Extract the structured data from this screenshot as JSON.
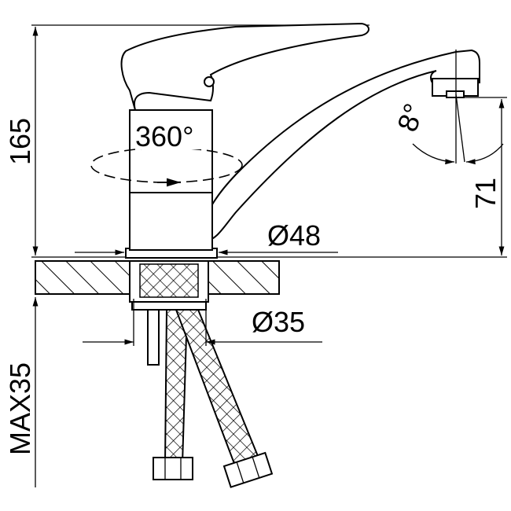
{
  "diagram": {
    "title": "Faucet dimension drawing",
    "labels": {
      "height_total": "165",
      "rotation": "360°",
      "spout_height": "71",
      "spout_angle": "8°",
      "base_diameter": "Ø48",
      "hole_diameter": "Ø35",
      "max_thickness": "MAX35"
    },
    "colors": {
      "line": "#000000",
      "background": "#ffffff"
    }
  }
}
